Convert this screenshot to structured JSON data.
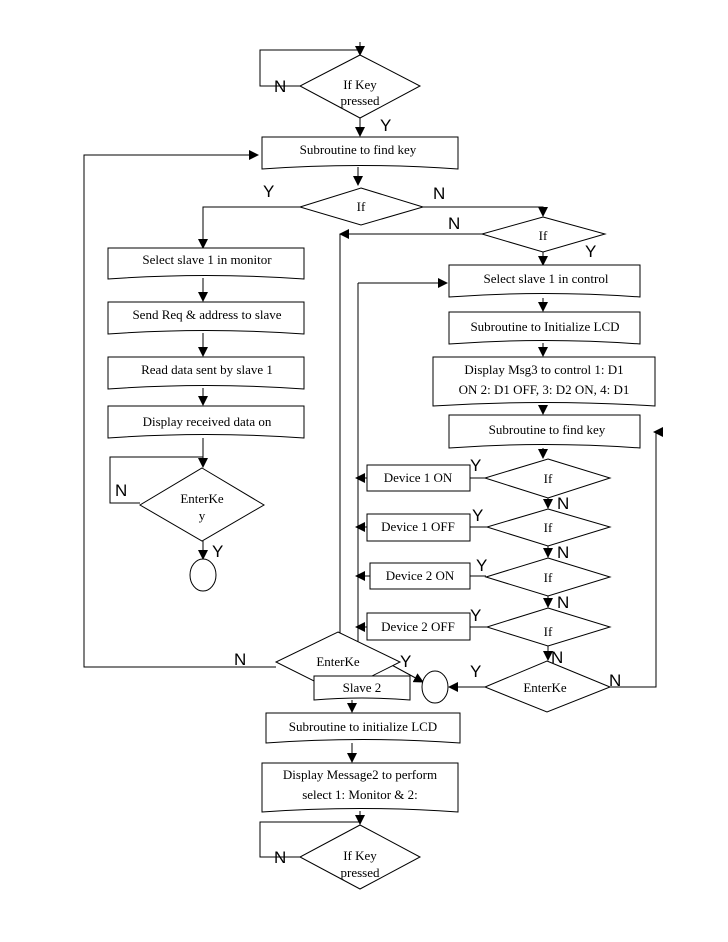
{
  "nodes": {
    "top_decision": [
      "If Key",
      "pressed"
    ],
    "find_key_1": "Subroutine to find key",
    "if_main": "If",
    "if_right": "If",
    "mon_select": "Select slave 1 in monitor",
    "mon_send": "Send Req & address to slave",
    "mon_read": "Read data sent by slave 1",
    "mon_display": "Display received data on",
    "mon_enter": [
      "EnterKe",
      "y"
    ],
    "ctl_select": "Select slave 1 in control",
    "ctl_init": "Subroutine to Initialize LCD",
    "ctl_msg": [
      "Display Msg3 to control 1: D1",
      "ON 2: D1 OFF, 3: D2 ON, 4: D1"
    ],
    "ctl_findkey": "Subroutine to find key",
    "ctl_if1": "If",
    "ctl_if2": "If",
    "ctl_if3": "If",
    "ctl_if4": "If",
    "ctl_enter": "EnterKe",
    "dev1_on": "Device 1 ON",
    "dev1_off": "Device 1 OFF",
    "dev2_on": "Device 2 ON",
    "dev2_off": "Device 2 OFF",
    "mid_enter": "EnterKe",
    "slave2": "Slave 2",
    "init_lcd": "Subroutine to initialize LCD",
    "msg2": [
      "Display Message2 to perform",
      "select 1:  Monitor & 2:"
    ],
    "bottom_decision": [
      "If Key",
      "pressed"
    ]
  },
  "branch_labels": {
    "yes": "Y",
    "no": "N"
  }
}
